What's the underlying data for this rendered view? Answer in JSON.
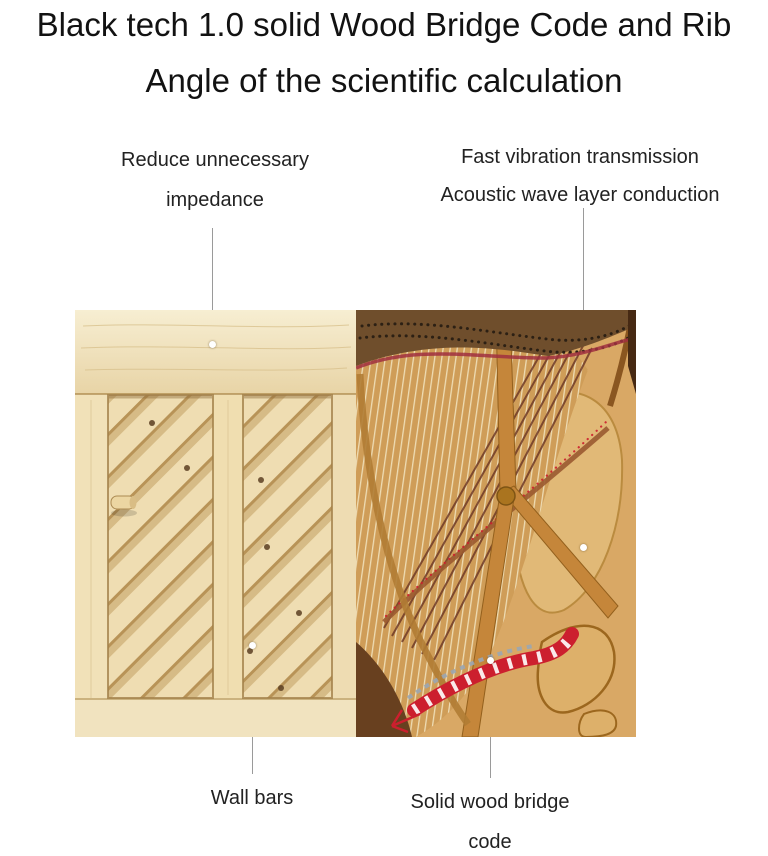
{
  "title": {
    "line1": "Black tech 1.0 solid Wood Bridge Code and Rib",
    "line2": "Angle of the scientific calculation"
  },
  "callouts": {
    "impedance": {
      "line1": "Reduce unnecessary",
      "line2": "impedance"
    },
    "vibration": {
      "line1": "Fast vibration transmission",
      "line2": "Acoustic wave layer conduction"
    },
    "wall_bars": {
      "label": "Wall bars"
    },
    "bridge": {
      "line1": "Solid wood bridge",
      "line2": "code"
    }
  },
  "colors": {
    "callout_line": "#9a9a9a",
    "accent_red": "#cc1f2e",
    "wood_light": "#f3e9d2",
    "wood_mid": "#eedcb0",
    "wood_gap": "#c8a76e",
    "plate_gold": "#c5863a",
    "plate_tan": "#d9a865",
    "string_light": "#eedcb4"
  }
}
